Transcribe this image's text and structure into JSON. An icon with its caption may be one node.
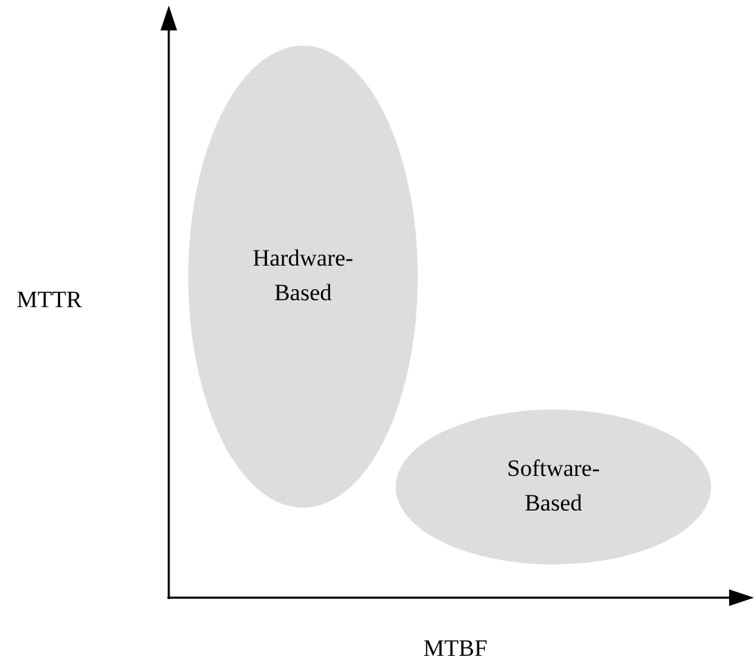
{
  "diagram": {
    "nodes": [
      {
        "text": [
          "Hardware- Based"
        ]
      },
      {
        "text": [
          "Software- Based"
        ]
      }
    ],
    "labels": [
      "MTTR",
      "MTBF"
    ]
  }
}
